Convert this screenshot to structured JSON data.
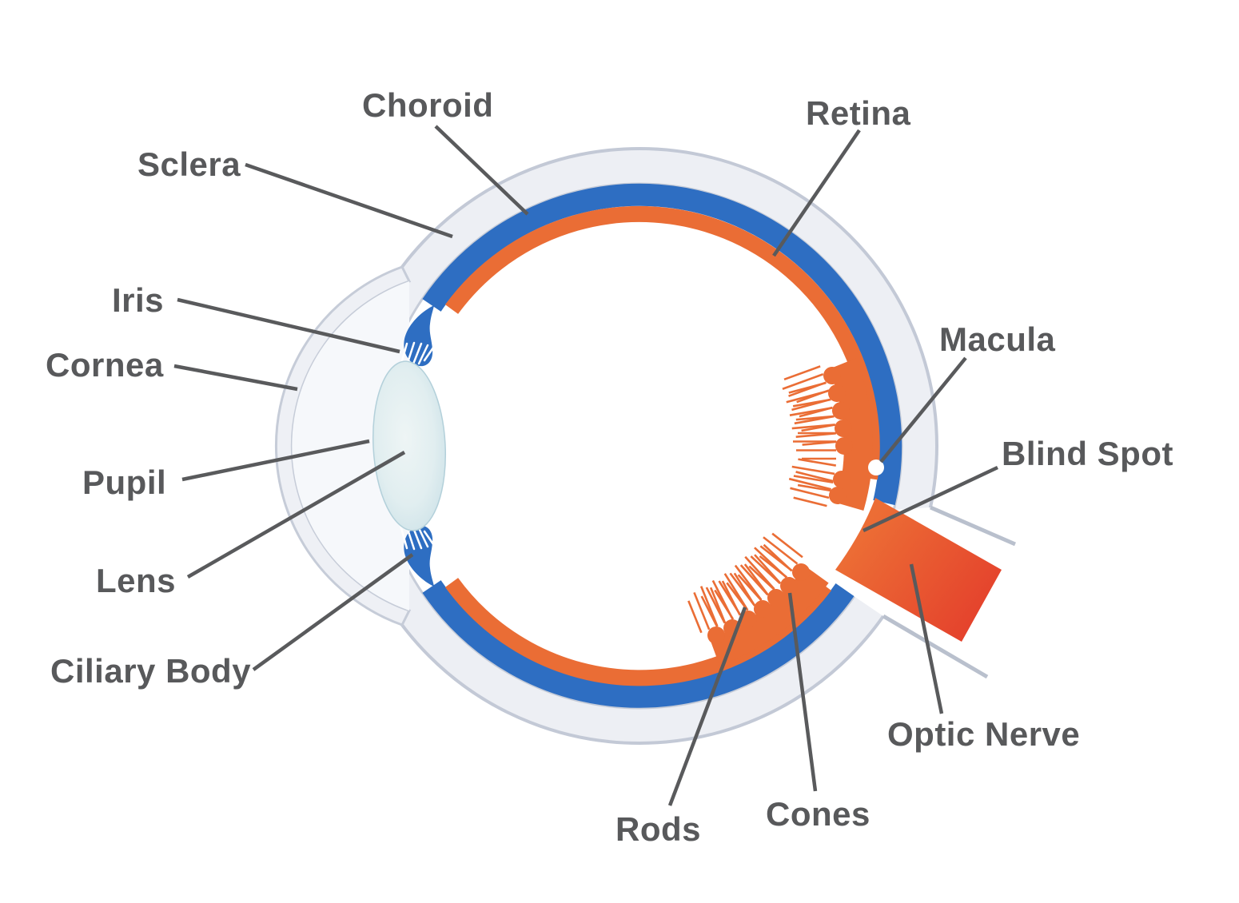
{
  "diagram": {
    "subject": "Human Eye Anatomy Cross-Section",
    "labels": {
      "choroid": "Choroid",
      "retina": "Retina",
      "sclera": "Sclera",
      "iris": "Iris",
      "cornea": "Cornea",
      "pupil": "Pupil",
      "lens": "Lens",
      "ciliary_body": "Ciliary Body",
      "macula": "Macula",
      "blind_spot": "Blind Spot",
      "optic_nerve": "Optic Nerve",
      "rods": "Rods",
      "cones": "Cones"
    }
  },
  "colors": {
    "sclera_fill": "#edeff4",
    "outline_gray": "#c3c9d6",
    "choroid_blue": "#2e6ec2",
    "retina_orange": "#ea6d35",
    "optic_nerve_red": "#e4402c",
    "lens_blue": "#cfe3e9",
    "label_text": "#58595b",
    "leader_line": "#595a5c"
  }
}
